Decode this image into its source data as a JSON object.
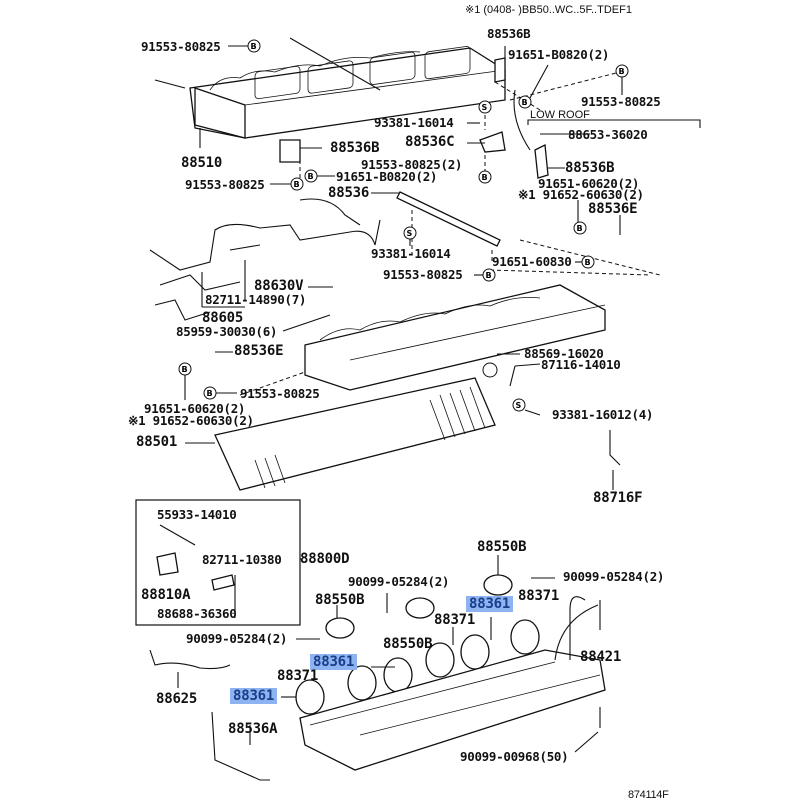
{
  "header_note": "※1 (0408-   )BB50..WC..5F..TDEF1",
  "figure_code": "874114F",
  "highlight_color": "#8db4f0",
  "labels": {
    "p88536B_top": "88536B",
    "p91651_B0820_top": "91651-B0820(2)",
    "p91553_80825_a": "91553-80825",
    "p91553_80825_b": "91553-80825",
    "low_roof": "LOW ROOF",
    "p88653_36020": "88653-36020",
    "p93381_16014_a": "93381-16014",
    "p88536C": "88536C",
    "p88536B_mid": "88536B",
    "p88536B_right": "88536B",
    "p91553_80825_2": "91553-80825(2)",
    "p88510": "88510",
    "p91553_80825_c": "91553-80825",
    "p91651_B0820_mid": "91651-B0820(2)",
    "p91651_60620_a": "91651-60620(2)",
    "p91652_60630_a": "※1 91652-60630(2)",
    "p88536E_right": "88536E",
    "p88536": "88536",
    "p93381_16014_b": "93381-16014",
    "p91651_60830": "91651-60830",
    "p91553_80825_d": "91553-80825",
    "p88630V": "88630V",
    "p82711_14890": "82711-14890(7)",
    "p88605": "88605",
    "p85959_30030": "85959-30030(6)",
    "p88536E_left": "88536E",
    "p91553_80825_e": "91553-80825",
    "p91651_60620_b": "91651-60620(2)",
    "p91652_60630_b": "※1 91652-60630(2)",
    "p88569_16020": "88569-16020",
    "p87116_14010": "87116-14010",
    "p93381_16012": "93381-16012(4)",
    "p88501": "88501",
    "p88716F": "88716F",
    "p55933_14010": "55933-14010",
    "p82711_10380": "82711-10380",
    "p88800D": "88800D",
    "p88810A": "88810A",
    "p88688_36360": "88688-36360",
    "p88550B_top": "88550B",
    "p90099_05284_a": "90099-05284(2)",
    "p90099_05284_b": "90099-05284(2)",
    "p90099_05284_c": "90099-05284(2)",
    "p88550B_left": "88550B",
    "p88550B_mid": "88550B",
    "p88361_a": "88361",
    "p88361_b": "88361",
    "p88361_c": "88361",
    "p88371_a": "88371",
    "p88371_b": "88371",
    "p88371_c": "88371",
    "p88421": "88421",
    "p88625": "88625",
    "p88536A": "88536A",
    "p90099_00968": "90099-00968(50)"
  },
  "symbols": {
    "bolt": "B",
    "screw": "S"
  }
}
